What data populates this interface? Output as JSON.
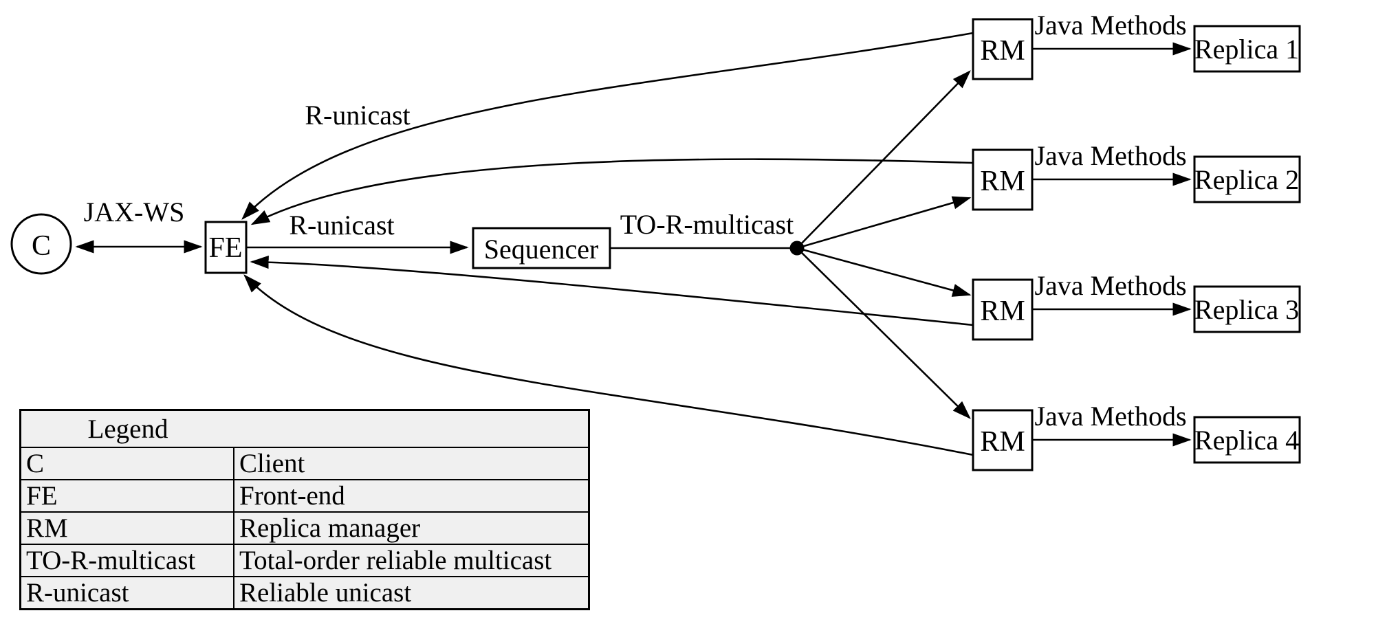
{
  "diagram": {
    "client_label": "C",
    "frontend_label": "FE",
    "sequencer_label": "Sequencer",
    "rm_labels": [
      "RM",
      "RM",
      "RM",
      "RM"
    ],
    "replica_labels": [
      "Replica 1",
      "Replica 2",
      "Replica 3",
      "Replica 4"
    ],
    "edge_labels": {
      "client_fe": "JAX-WS",
      "fe_sequencer": "R-unicast",
      "rm_fe_return": "R-unicast",
      "sequencer_rms": "TO-R-multicast",
      "rm_replica": [
        "Java Methods",
        "Java Methods",
        "Java Methods",
        "Java Methods"
      ]
    }
  },
  "legend": {
    "title": "Legend",
    "rows": [
      {
        "key": "C",
        "value": "Client"
      },
      {
        "key": "FE",
        "value": "Front-end"
      },
      {
        "key": "RM",
        "value": "Replica manager"
      },
      {
        "key": "TO-R-multicast",
        "value": "Total-order reliable multicast"
      },
      {
        "key": "R-unicast",
        "value": "Reliable unicast"
      }
    ]
  },
  "colors": {
    "line": "#000000",
    "background": "#ffffff",
    "legend_background": "#f0f0f0"
  }
}
